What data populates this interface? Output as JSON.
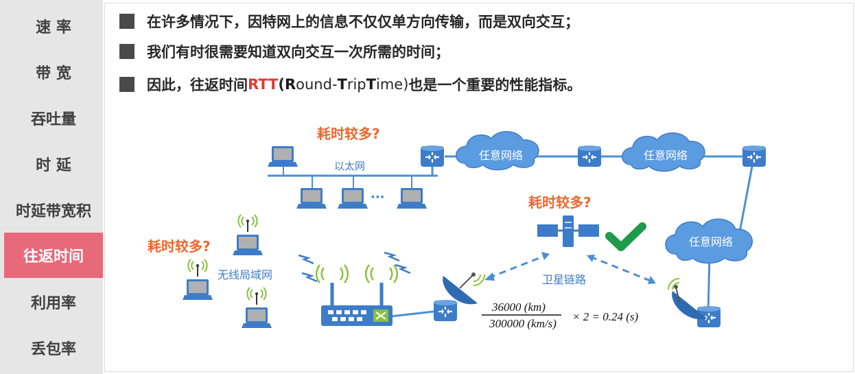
{
  "sidebar": {
    "items": [
      {
        "label": "速 率",
        "active": false
      },
      {
        "label": "带 宽",
        "active": false
      },
      {
        "label": "吞吐量",
        "active": false
      },
      {
        "label": "时 延",
        "active": false
      },
      {
        "label": "时延带宽积",
        "active": false
      },
      {
        "label": "往返时间",
        "active": true
      },
      {
        "label": "利用率",
        "active": false
      },
      {
        "label": "丢包率",
        "active": false
      }
    ]
  },
  "content": {
    "bullet1": "在许多情况下，因特网上的信息不仅仅单方向传输，而是双向交互；",
    "bullet2": "我们有时很需要知道双向交互一次所需的时间；",
    "bullet3_prefix": "因此，往返时间",
    "bullet3_rtt": "RTT",
    "bullet3_paren_open": "(",
    "bullet3_r": "R",
    "bullet3_ound": "ound-",
    "bullet3_t": "T",
    "bullet3_rip": "rip ",
    "bullet3_t2": "T",
    "bullet3_ime": "ime)",
    "bullet3_suffix": "也是一个重要的性能指标。"
  },
  "diagram": {
    "delay_question": "耗时较多?",
    "ethernet_label": "以太网",
    "ellipsis": "···",
    "cloud_label": "任意网络",
    "wlan_label": "无线局域网",
    "satellite_link_label": "卫星链路",
    "formula": {
      "numerator": "36000  (km)",
      "denominator": "300000  (km/s)",
      "rest": "×  2  =  0.24  (s)"
    }
  },
  "colors": {
    "accent": "#e8697a",
    "rtt_red": "#e03a2e",
    "question_orange": "#f0662e",
    "line_blue": "#4a8fd6",
    "check_green": "#1e9a4a"
  }
}
